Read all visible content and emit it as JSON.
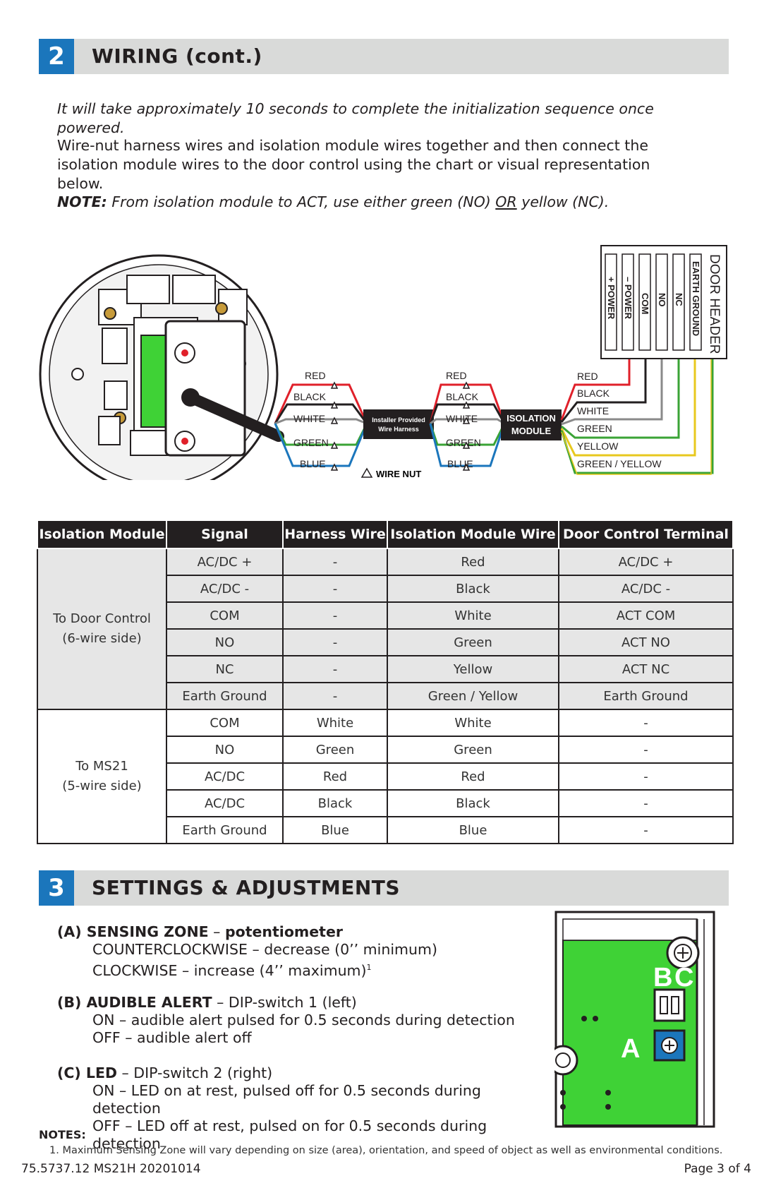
{
  "section2": {
    "number": "2",
    "title": "WIRING (cont.)"
  },
  "intro": {
    "p1": "It will take approximately 10 seconds to complete the initialization sequence once powered.",
    "p2": "Wire-nut harness wires and isolation module wires together and then connect the isolation module wires to the door control using the chart or visual representation below.",
    "note_label": "NOTE:",
    "note_pre": "From isolation module to ACT, use either green (NO) ",
    "note_or": "OR",
    "note_post": " yellow (NC)."
  },
  "diagram": {
    "door_header": "DOOR HEADER",
    "terminals": [
      "+ POWER",
      "– POWER",
      "COM",
      "NO",
      "NC",
      "EARTH GROUND"
    ],
    "harness_left": [
      "RED",
      "BLACK",
      "WHITE",
      "GREEN",
      "BLUE"
    ],
    "harness_right": [
      "RED",
      "BLACK",
      "WHITE",
      "GREEN",
      "BLUE"
    ],
    "harness_label_1": "Installer Provided",
    "harness_label_2": "Wire Harness",
    "wire_nut": "WIRE NUT",
    "iso_1": "ISOLATION",
    "iso_2": "MODULE",
    "iso_out": [
      "RED",
      "BLACK",
      "WHITE",
      "GREEN",
      "YELLOW",
      "GREEN / YELLOW"
    ],
    "colors": {
      "red": "#e0202a",
      "black": "#231f20",
      "white_wire": "#8a8a8a",
      "green": "#3aa335",
      "blue": "#1b76bc",
      "yellow": "#e8c81e",
      "pcb": "#3fd236"
    }
  },
  "table": {
    "headers": [
      "Isolation Module",
      "Signal",
      "Harness Wire",
      "Isolation Module Wire",
      "Door Control Terminal"
    ],
    "group1": {
      "label1": "To Door Control",
      "label2": "(6-wire side)",
      "rows": [
        [
          "AC/DC +",
          "-",
          "Red",
          "AC/DC +"
        ],
        [
          "AC/DC -",
          "-",
          "Black",
          "AC/DC -"
        ],
        [
          "COM",
          "-",
          "White",
          "ACT COM"
        ],
        [
          "NO",
          "-",
          "Green",
          "ACT NO"
        ],
        [
          "NC",
          "-",
          "Yellow",
          "ACT NC"
        ],
        [
          "Earth Ground",
          "-",
          "Green / Yellow",
          "Earth Ground"
        ]
      ]
    },
    "group2": {
      "label1": "To MS21",
      "label2": "(5-wire side)",
      "rows": [
        [
          "COM",
          "White",
          "White",
          "-"
        ],
        [
          "NO",
          "Green",
          "Green",
          "-"
        ],
        [
          "AC/DC",
          "Red",
          "Red",
          "-"
        ],
        [
          "AC/DC",
          "Black",
          "Black",
          "-"
        ],
        [
          "Earth Ground",
          "Blue",
          "Blue",
          "-"
        ]
      ]
    }
  },
  "section3": {
    "number": "3",
    "title": "SETTINGS & ADJUSTMENTS"
  },
  "settings": {
    "a_title": "(A) SENSING ZONE",
    "a_sep": " – ",
    "a_sub": "potentiometer",
    "a_l1": "COUNTERCLOCKWISE – decrease (0’’ minimum)",
    "a_l2": "CLOCKWISE – increase (4’’ maximum)",
    "a_sup": "1",
    "b_title": "(B) AUDIBLE ALERT",
    "b_sub": " – DIP-switch 1 (left)",
    "b_l1": "ON – audible alert pulsed for 0.5 seconds during detection",
    "b_l2": "OFF – audible alert off",
    "c_title": "(C) LED",
    "c_sub": " – DIP-switch 2 (right)",
    "c_l1": "ON – LED on at rest, pulsed off for 0.5 seconds during detection",
    "c_l2": "OFF – LED off at rest, pulsed on for 0.5 seconds during detection",
    "board_labels": {
      "b": "B",
      "c": "C",
      "a": "A"
    }
  },
  "notes": {
    "title": "NOTES:",
    "n1": "1.  Maximum Sensing Zone will vary depending on size (area), orientation, and speed of object as well as environmental conditions."
  },
  "footer": {
    "doc": "75.5737.12 MS21H 20201014",
    "page": "Page 3 of 4"
  }
}
